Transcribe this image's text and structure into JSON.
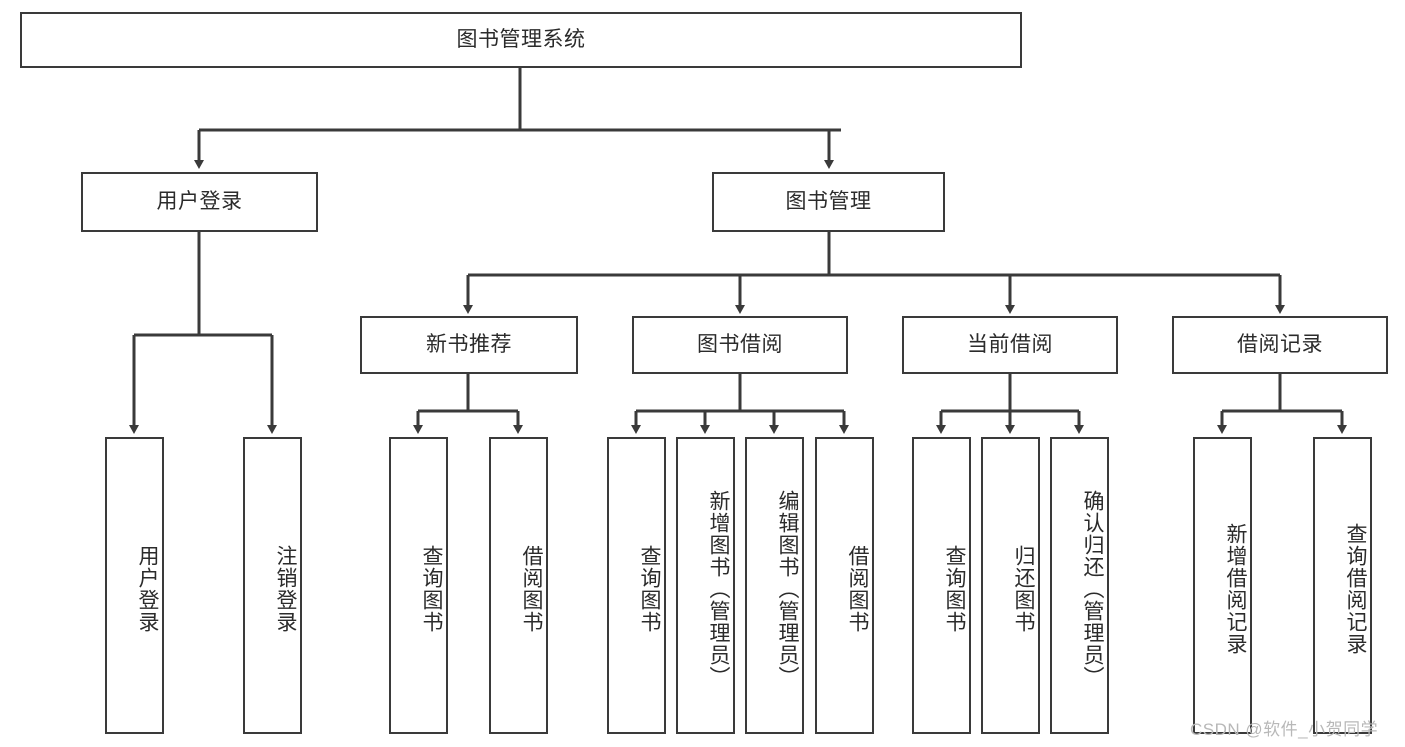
{
  "diagram": {
    "type": "tree-hierarchy",
    "title": "图书管理系统",
    "root": {
      "label": "图书管理系统"
    },
    "level2": [
      {
        "label": "用户登录"
      },
      {
        "label": "图书管理"
      }
    ],
    "level3": [
      {
        "label": "新书推荐"
      },
      {
        "label": "图书借阅"
      },
      {
        "label": "当前借阅"
      },
      {
        "label": "借阅记录"
      }
    ],
    "leaves": {
      "user_login": [
        {
          "label": "用户登录"
        },
        {
          "label": "注销登录"
        }
      ],
      "new_book_recommend": [
        {
          "label": "查询图书"
        },
        {
          "label": "借阅图书"
        }
      ],
      "book_borrow": [
        {
          "label": "查询图书"
        },
        {
          "label": "新增图书（管理员）"
        },
        {
          "label": "编辑图书（管理员）"
        },
        {
          "label": "借阅图书"
        }
      ],
      "current_borrow": [
        {
          "label": "查询图书"
        },
        {
          "label": "归还图书"
        },
        {
          "label": "确认归还（管理员）"
        }
      ],
      "borrow_record": [
        {
          "label": "新增借阅记录"
        },
        {
          "label": "查询借阅记录"
        }
      ]
    }
  },
  "watermark": {
    "text": "CSDN @软件_小贺同学"
  },
  "colors": {
    "stroke": "#3a3a3a",
    "background": "#ffffff",
    "text": "#2b2b2b",
    "watermark": "#b8b8b8"
  }
}
